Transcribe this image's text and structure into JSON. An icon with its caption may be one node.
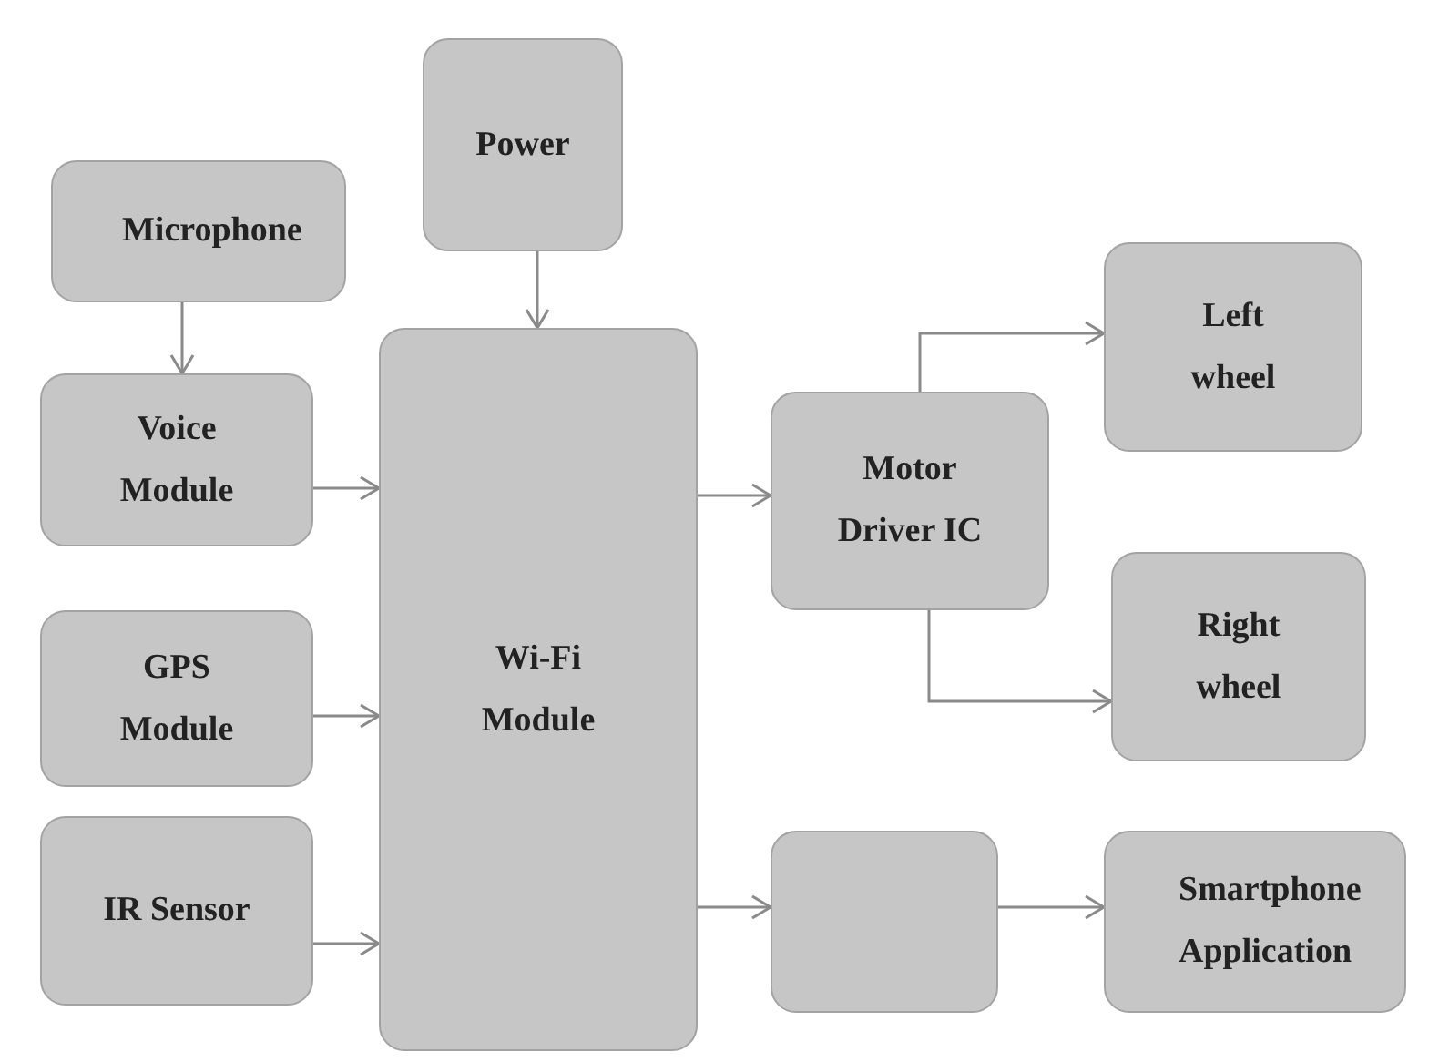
{
  "diagram": {
    "nodes": [
      {
        "text": [
          "Power"
        ]
      },
      {
        "text": [
          "Microphone"
        ]
      },
      {
        "text": [
          "Voice Module"
        ]
      },
      {
        "text": [
          "GPS Module"
        ]
      },
      {
        "text": [
          "IR Sensor"
        ]
      },
      {
        "text": [
          "Wi-Fi Module"
        ]
      },
      {
        "text": [
          "Motor Driver IC"
        ]
      },
      {
        "text": [
          "Left wheel"
        ]
      },
      {
        "text": [
          "Right wheel"
        ]
      },
      {
        "text": [],
        "shape": "box"
      },
      {
        "text": [
          "Smartphone Application"
        ]
      }
    ],
    "edges": [
      {
        "from": 1,
        "to": 2,
        "arrow": "to"
      },
      {
        "from": 0,
        "to": 5,
        "arrow": "to"
      },
      {
        "from": 2,
        "to": 5,
        "arrow": "to"
      },
      {
        "from": 3,
        "to": 5,
        "arrow": "to"
      },
      {
        "from": 4,
        "to": 5,
        "arrow": "to"
      },
      {
        "from": 5,
        "to": 6,
        "arrow": "to"
      },
      {
        "from": 6,
        "to": 7,
        "arrow": "to"
      },
      {
        "from": 6,
        "to": 8,
        "arrow": "to"
      },
      {
        "from": 5,
        "to": 9,
        "arrow": "to"
      },
      {
        "from": 9,
        "to": 10,
        "arrow": "to"
      }
    ]
  }
}
